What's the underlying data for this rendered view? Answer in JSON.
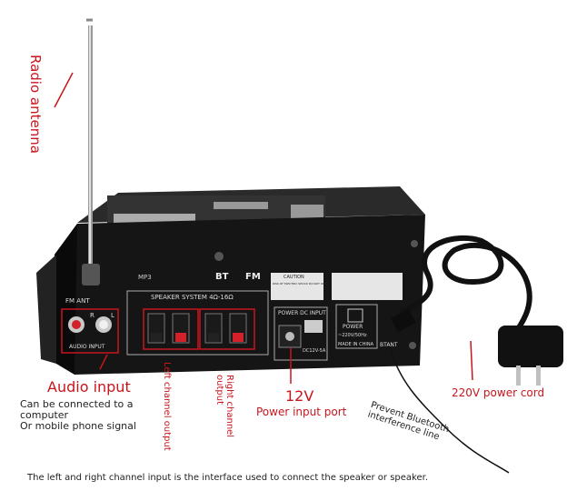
{
  "callouts": {
    "radio_antenna": "Radio antenna",
    "audio_input": "Audio input",
    "audio_input_note_1": "Can be connected to a",
    "audio_input_note_2": "computer",
    "audio_input_note_3": "Or mobile phone signal",
    "left_channel_output": "Left channel output",
    "right_channel_output": "Right channel output",
    "power_voltage": "12V",
    "power_input_port": "Power input port",
    "bluetooth_line": "Prevent Bluetooth interference line",
    "power_cord": "220V power cord"
  },
  "device_labels": {
    "fm_ant": "FM ANT",
    "audio_input_panel": "AUDIO INPUT",
    "speaker_system": "SPEAKER SYSTEM 4Ω-16Ω",
    "power_dc_input": "POWER DC INPUT",
    "dc_rating": "DC12V-5A",
    "power": "POWER",
    "ac_rating": "~220V/50Hz",
    "made_in": "MADE IN CHINA",
    "bt_ant": "BTANT",
    "caution": "CAUTION",
    "risk": "RISK OF ELECTRIC SHOCK DO NOT OPEN",
    "mp3": "MP3",
    "bt": "BT",
    "fm": "FM",
    "ch_l": "L",
    "ch_r": "R"
  },
  "footer": {
    "caption": "The left and right channel input is the interface used to connect the speaker or speaker."
  },
  "colors": {
    "annotation": "#c8161d",
    "chassis": "#1a1a1a",
    "panel": "#0d0d0d",
    "terminal_red": "#d4202a"
  }
}
